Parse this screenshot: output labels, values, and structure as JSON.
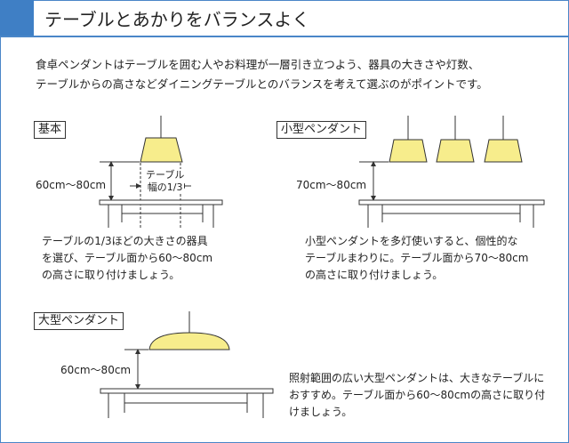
{
  "header": {
    "title": "テーブルとあかりをバランスよく"
  },
  "intro": [
    "食卓ペンダントはテーブルを囲む人やお料理が一層引き立つよう、器具の大きさや灯数、",
    "テーブルからの高さなどダイニングテーブルとのバランスを考えて選ぶのがポイントです。"
  ],
  "sections": {
    "basic": {
      "label": "基本",
      "height": "60cm～80cm",
      "width_note": [
        "テーブル",
        "幅の1/3"
      ],
      "caption": [
        "テーブルの1/3ほどの大きさの器具",
        "を選び、テーブル面から60～80cm",
        "の高さに取り付けましょう。"
      ]
    },
    "small": {
      "label": "小型ペンダント",
      "height": "70cm～80cm",
      "caption": [
        "小型ペンダントを多灯使いすると、個性的な",
        "テーブルまわりに。テーブル面から70～80cm",
        "の高さに取り付けましょう。"
      ]
    },
    "large": {
      "label": "大型ペンダント",
      "height": "60cm～80cm",
      "caption": [
        "照射範囲の広い大型ペンダントは、大きなテーブルに",
        "おすすめ。テーブル面から60～80cmの高さに取り付",
        "けましょう。"
      ]
    }
  },
  "colors": {
    "accent": "#3f7fc5",
    "shade": "#f7ed8c"
  }
}
